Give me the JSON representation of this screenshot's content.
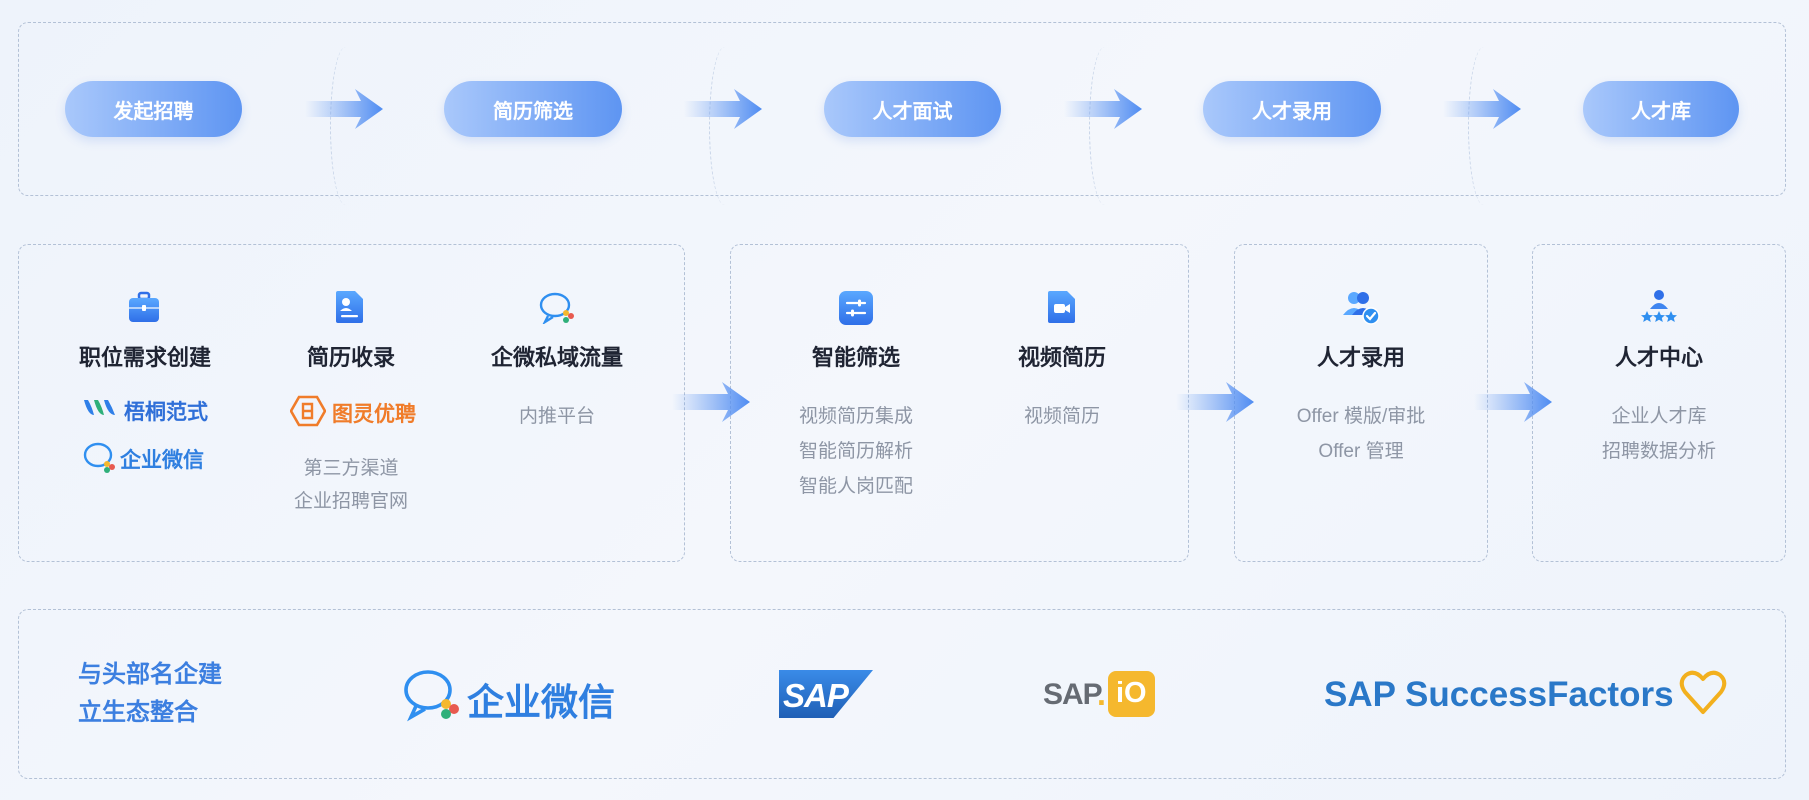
{
  "process": {
    "steps": [
      "发起招聘",
      "简历筛选",
      "人才面试",
      "人才录用",
      "人才库"
    ]
  },
  "modules": {
    "job_creation": {
      "title": "职位需求创建",
      "logos": [
        "梧桐范式",
        "企业微信"
      ]
    },
    "resume_intake": {
      "title": "简历收录",
      "logo": "图灵优聘",
      "items": [
        "第三方渠道",
        "企业招聘官网"
      ]
    },
    "private_traffic": {
      "title": "企微私域流量",
      "items": [
        "内推平台"
      ]
    },
    "smart_screen": {
      "title": "智能筛选",
      "items": [
        "视频简历集成",
        "智能简历解析",
        "智能人岗匹配"
      ]
    },
    "video_resume": {
      "title": "视频简历",
      "items": [
        "视频简历"
      ]
    },
    "hire": {
      "title": "人才录用",
      "items": [
        "Offer 模版/审批",
        "Offer 管理"
      ]
    },
    "talent_center": {
      "title": "人才中心",
      "items": [
        "企业人才库",
        "招聘数据分析"
      ]
    }
  },
  "ecosystem": {
    "label_lines": [
      "与头部名企建",
      "立生态整合"
    ],
    "partners": {
      "wecom": "企业微信",
      "sap": "SAP",
      "sapio_main": "SAP",
      "sapio_dot": ".",
      "sapio_box": "iO",
      "successfactors": "SAP SuccessFactors"
    }
  },
  "colors": {
    "accent": "#3c7fe0",
    "pill_start": "#a9c8fb",
    "pill_end": "#5e95f2",
    "title": "#1f2433",
    "muted": "#8e96a5",
    "orange": "#f07c2a",
    "sap_blue": "#1f5fb5",
    "sapio_yellow": "#f5b82e",
    "sf_blue": "#2a78c8",
    "sf_heart": "#f2b01e"
  },
  "icons": {
    "job_creation": "briefcase-icon",
    "resume_intake": "document-user-icon",
    "private_traffic": "wecom-chat-icon",
    "smart_screen": "sliders-icon",
    "video_resume": "video-document-icon",
    "hire": "user-check-icon",
    "talent_center": "user-stars-icon"
  }
}
